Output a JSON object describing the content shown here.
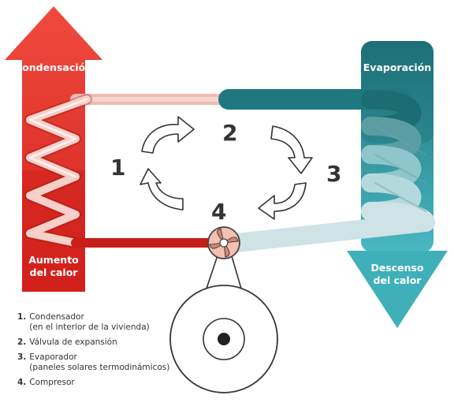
{
  "labels": {
    "condensacion": "Condensación",
    "evaporacion": "Evaporación",
    "aumento_line1": "Aumento",
    "aumento_line2": "del calor",
    "descenso_line1": "Descenso",
    "descenso_line2": "del calor"
  },
  "steps": [
    "1",
    "2",
    "3",
    "4"
  ],
  "legend": [
    {
      "num": "1.",
      "text": "Condensador",
      "sub": "(en el interior de la vivienda)"
    },
    {
      "num": "2.",
      "text": "Válvula de expansión",
      "sub": ""
    },
    {
      "num": "3.",
      "text": "Evaporador",
      "sub": "(paneles solares termodinámicos)"
    },
    {
      "num": "4.",
      "text": "Compresor",
      "sub": ""
    }
  ],
  "colors": {
    "red": "#e8322a",
    "red_dark": "#cc1f1a",
    "teal": "#1f7d85",
    "teal_light": "#3aaab6",
    "pipe_light_red": "#f7c9c3",
    "pipe_light_teal": "#cfe3e6"
  }
}
